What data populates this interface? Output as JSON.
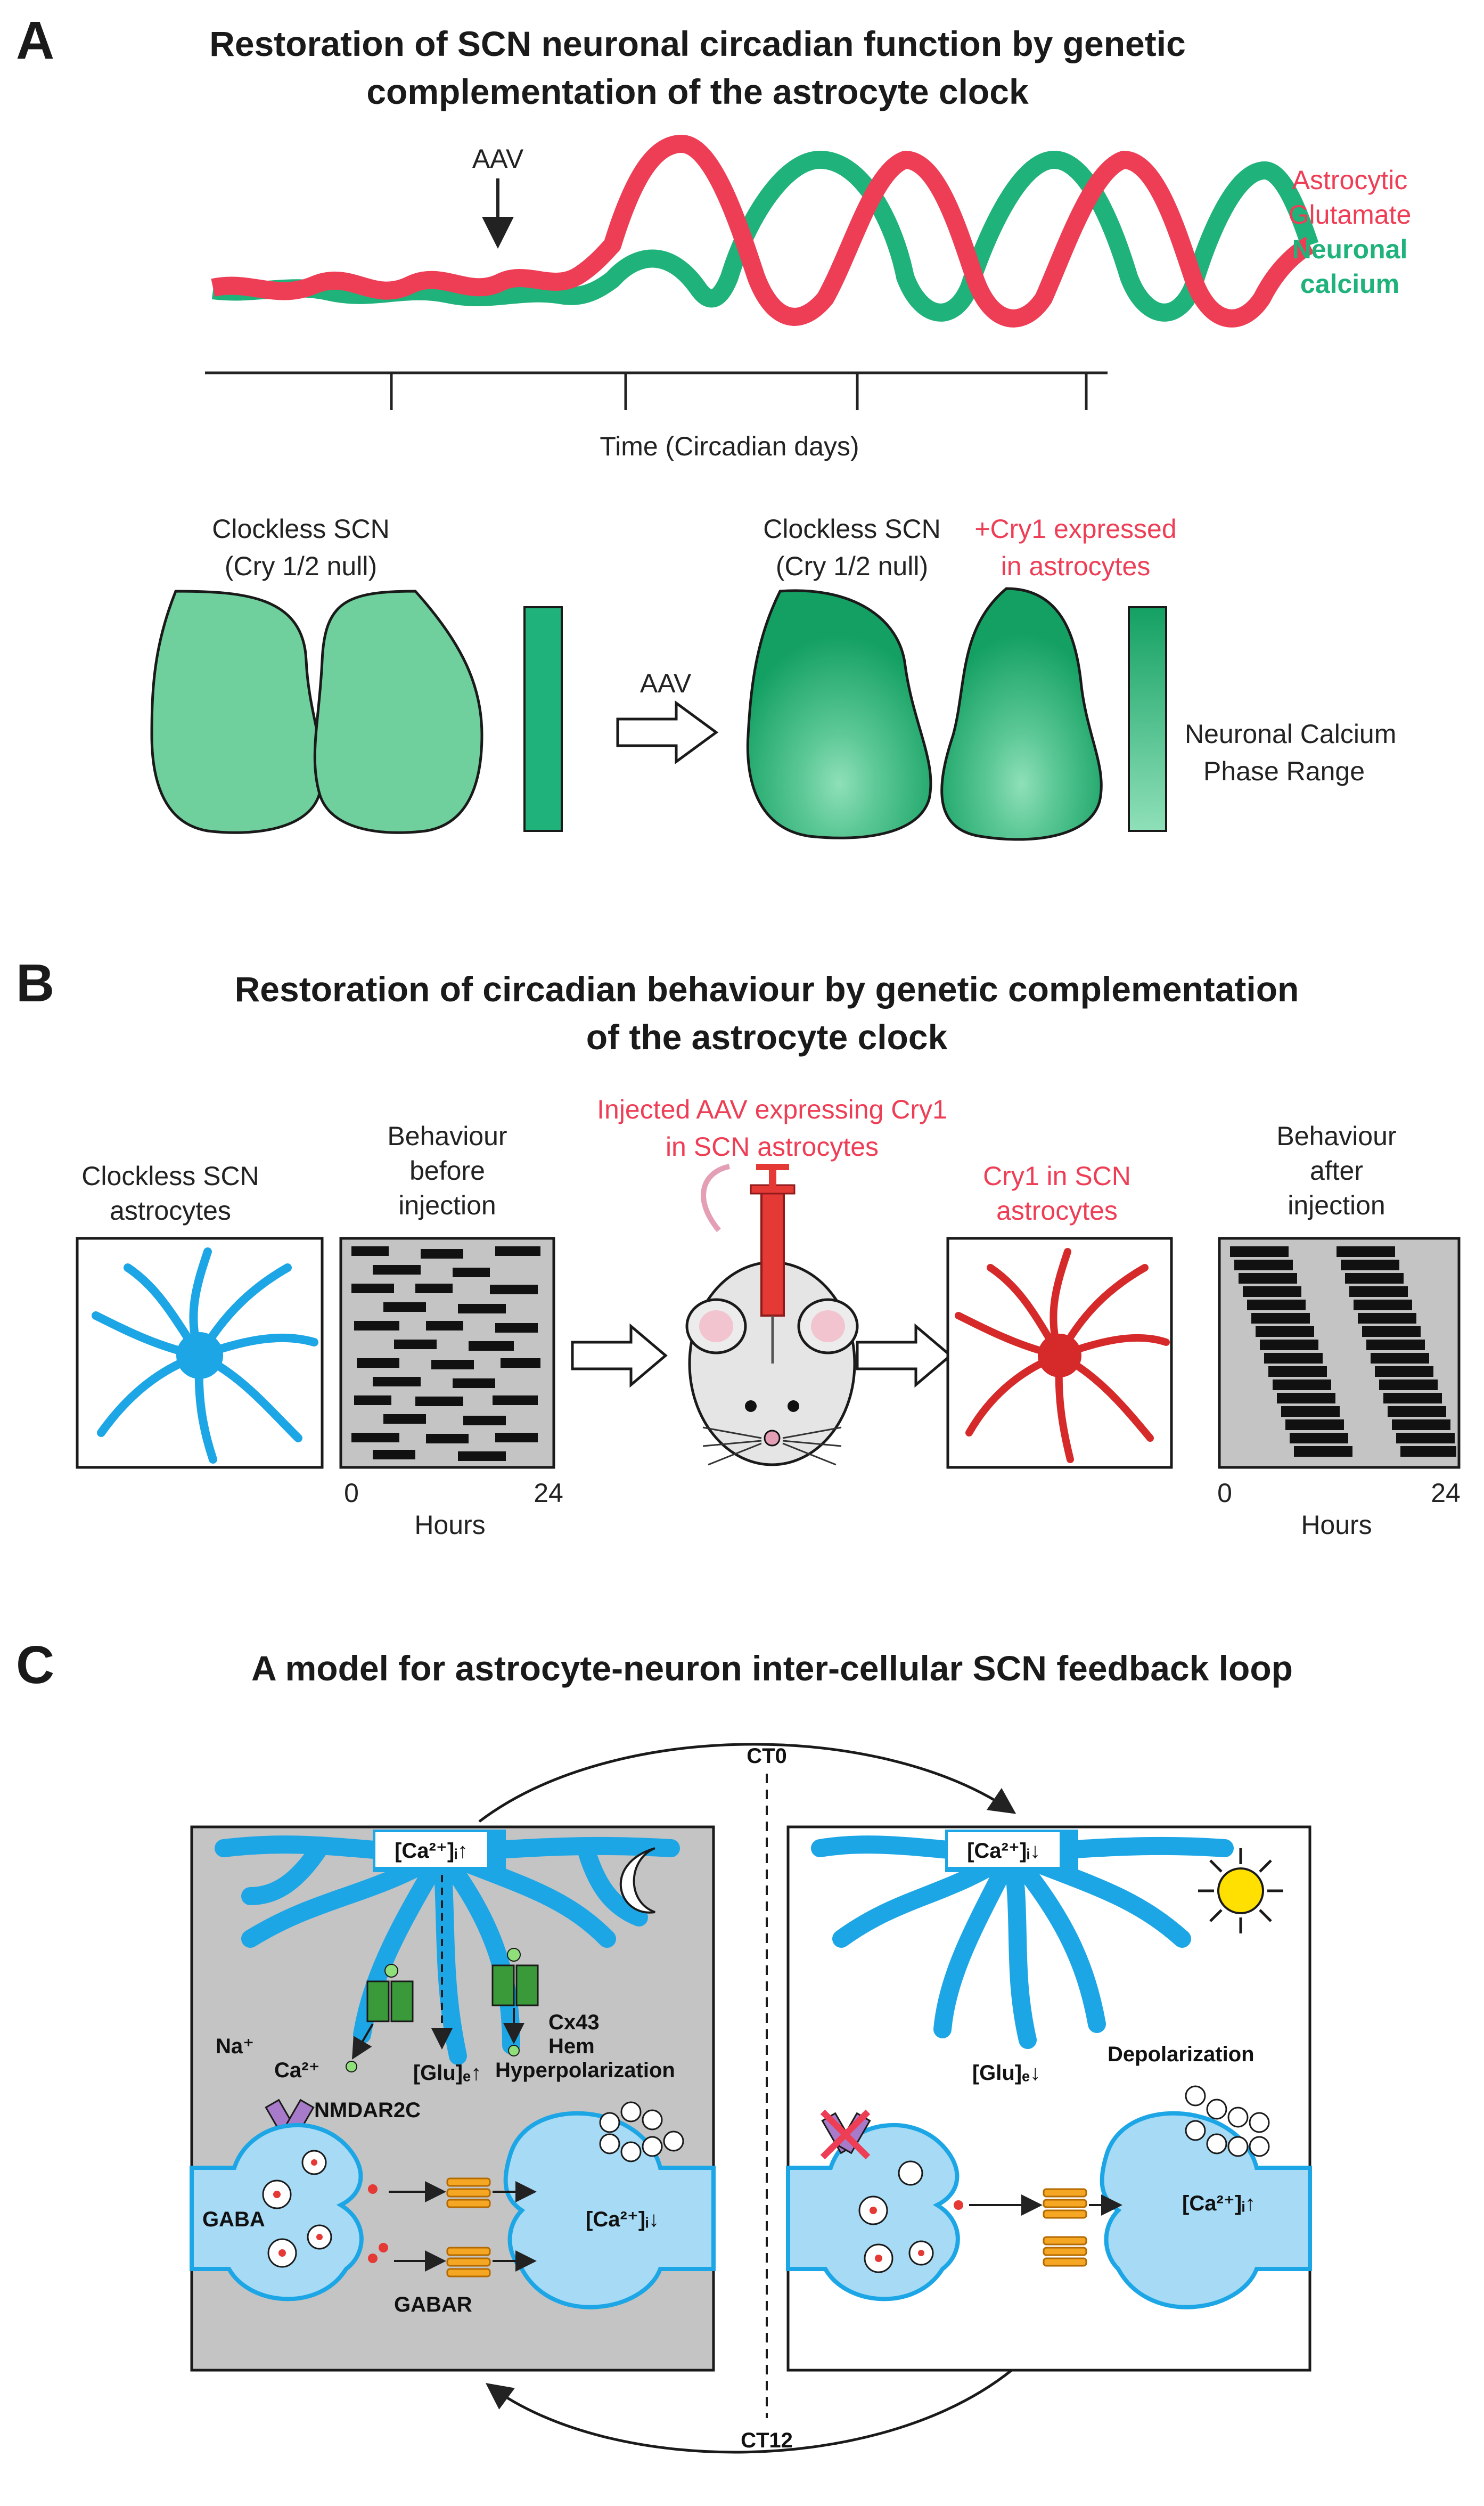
{
  "panelA": {
    "letter": "A",
    "title_line1": "Restoration of SCN neuronal circadian function by genetic",
    "title_line2": "complementation of the astrocyte clock",
    "aav_arrow_label": "AAV",
    "legend": {
      "line1": "Astrocytic",
      "line2": "Glutamate",
      "line3": "Neuronal",
      "line4": "calcium"
    },
    "time_axis_label": "Time (Circadian days)",
    "left_label_line1": "Clockless SCN",
    "left_label_line2": "(Cry 1/2 null)",
    "right_label_line1": "Clockless SCN",
    "right_label_extra1": "+Cry1 expressed",
    "right_label_line2": "(Cry 1/2 null)",
    "right_label_extra2": "in astrocytes",
    "arrow_label": "AAV",
    "range_label_line1": "Neuronal Calcium",
    "range_label_line2": "Phase Range"
  },
  "panelB": {
    "letter": "B",
    "title_line1": "Restoration of circadian behaviour by genetic complementation",
    "title_line2": "of the astrocyte clock",
    "astro_before_line1": "Clockless SCN",
    "astro_before_line2": "astrocytes",
    "behav_before_line1": "Behaviour",
    "behav_before_line2": "before",
    "behav_before_line3": "injection",
    "inject_line1": "Injected AAV expressing Cry1",
    "inject_line2": "in SCN astrocytes",
    "astro_after_line1": "Cry1 in SCN",
    "astro_after_line2": "astrocytes",
    "behav_after_line1": "Behaviour",
    "behav_after_line2": "after",
    "behav_after_line3": "injection",
    "axis_start": "0",
    "axis_end": "24",
    "axis_label": "Hours"
  },
  "panelC": {
    "letter": "C",
    "title": "A model for astrocyte-neuron inter-cellular SCN feedback loop",
    "ct0": "CT0",
    "ct12": "CT12",
    "night": {
      "ca_box": "[Ca²⁺]ᵢ↑",
      "glu": "[Glu]ₑ↑",
      "cx43_line1": "Cx43",
      "cx43_line2": "Hem",
      "na": "Na⁺",
      "ca2": "Ca²⁺",
      "nmdar": "NMDAR2C",
      "hyper": "Hyperpolarization",
      "gaba": "GABA",
      "gabar": "GABAR",
      "ca_neuron": "[Ca²⁺]ᵢ↓"
    },
    "day": {
      "ca_box": "[Ca²⁺]ᵢ↓",
      "glu": "[Glu]ₑ↓",
      "depol": "Depolarization",
      "ca_neuron": "[Ca²⁺]ᵢ↑"
    }
  },
  "colors": {
    "glutamate": "#ee3e56",
    "calcium": "#1fb27a",
    "scn_fill": "#6fcf9d",
    "astro_blue": "#1da6e6",
    "astro_red": "#d62a2a",
    "panel_grey": "#c4c4c4",
    "neuron_blue": "#a7daf4"
  }
}
